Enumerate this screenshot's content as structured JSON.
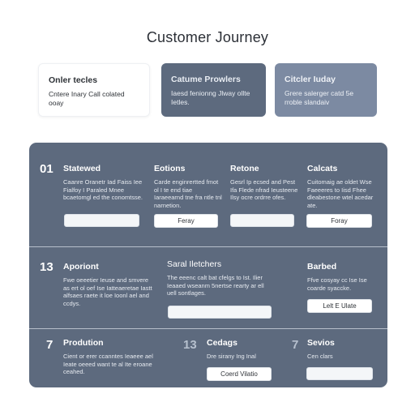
{
  "title": "Customer Journey",
  "top_cards": [
    {
      "heading": "Onler tecles",
      "desc": "Cntere Inary Call colated ooay"
    },
    {
      "heading": "Catume Prowlers",
      "desc": "Iaesd fenionng Jlway ollte Ietles."
    },
    {
      "heading": "Citcler Iuday",
      "desc": "Grere salerger catd 5e rroble slandaiv"
    }
  ],
  "row1": [
    {
      "num": "01",
      "heading": "Statewed",
      "desc": "Caanre Oranetr Iad Faiss Iee Fialfoy I Paraled Mnee bcaetomgl ed the conomtsse.",
      "control": "field",
      "button": ""
    },
    {
      "num": "",
      "heading": "Eotions",
      "desc": "Carde enginrertted fmot ol I te end tiae Iaraeearnd tne fra ntle tnl narnetion.",
      "control": "button",
      "button": "Feray"
    },
    {
      "num": "",
      "heading": "Retone",
      "desc": "Gesrl Ip ecsed and Pest Ifa Flede nfrad Ieusteene Ilsy ocre ordrre ofes.",
      "control": "field",
      "button": ""
    },
    {
      "num": "",
      "heading": "Calcats",
      "desc": "Cuitomaig ae oldet Wse Faeeeres to Iisd Fhee dleabestone wtel acedar ate.",
      "control": "button",
      "button": "Foray"
    }
  ],
  "row2": [
    {
      "num": "13",
      "heading": "Aporiont",
      "desc": "Fwe oeeetier Ieuse and smvere as ert ol oef Ise Iatteaeretae Iastt alfsaes raete it loe Ioonl ael and ccdys.",
      "control": "none",
      "button": ""
    },
    {
      "num": "",
      "heading": "Saral Iletchers",
      "desc": "The eeenc calt bat cfelgs to Ist. Ilier Ieaaed wseanm 5nertse rearty ar ell uell sontlages.",
      "control": "field",
      "button": ""
    },
    {
      "num": "",
      "heading": "Barbed",
      "desc": "Ffve cosyay cc Ise Ise coarde syaccke.",
      "control": "button",
      "button": "Lelt E Ulate"
    }
  ],
  "row3": [
    {
      "num": "7",
      "heading": "Prodution",
      "desc": "Cient or erer ccanntes Ieaeee ael Ieate oeeed want te al Ite eroane ceahed.",
      "control": "none",
      "button": ""
    },
    {
      "num": "13",
      "heading": "Cedags",
      "desc": "Dre sirany Ing Inal",
      "control": "button",
      "button": "Coerd Vilatio"
    },
    {
      "num": "7",
      "heading": "Sevios",
      "desc": "Cen clars",
      "control": "field",
      "button": ""
    }
  ],
  "colors": {
    "panel": "#5d6a7e",
    "card_mid": "#5d6a7e",
    "card_light": "#7c8aa2",
    "text_dark": "#2b2f36",
    "field": "#f4f6f8"
  }
}
